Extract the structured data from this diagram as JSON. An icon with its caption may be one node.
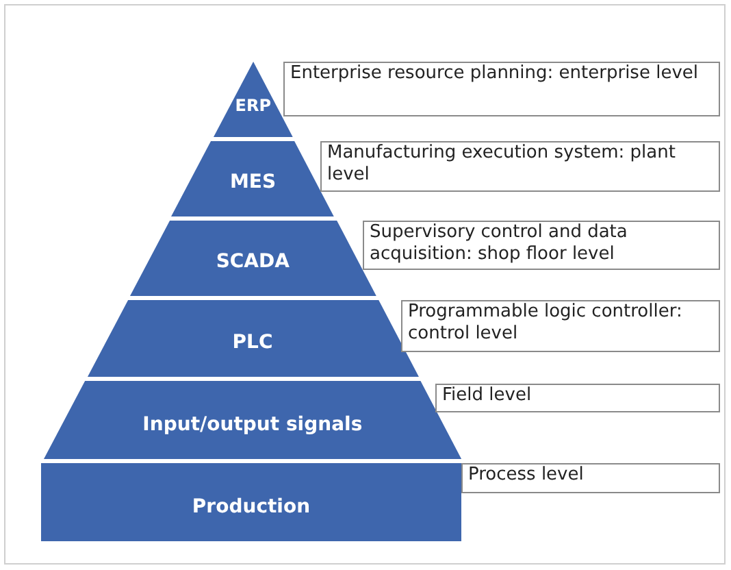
{
  "diagram": {
    "nodes": [
      {
        "text": [
          "ERP"
        ]
      },
      {
        "text": [
          "MES"
        ]
      },
      {
        "text": [
          "SCADA"
        ]
      },
      {
        "text": [
          "PLC"
        ]
      },
      {
        "text": [
          "Input/output signals"
        ]
      },
      {
        "text": [
          "Production"
        ]
      },
      {
        "text": [
          "Enterprise resource planning: enterprise level"
        ]
      },
      {
        "text": [
          "Manufacturing execution system: plant level"
        ]
      },
      {
        "text": [
          "Supervisory control and data acquisition: shop floor level"
        ]
      },
      {
        "text": [
          "Programmable logic controller: control level"
        ]
      },
      {
        "text": [
          "Field level"
        ]
      },
      {
        "text": [
          "Process level"
        ]
      }
    ]
  }
}
